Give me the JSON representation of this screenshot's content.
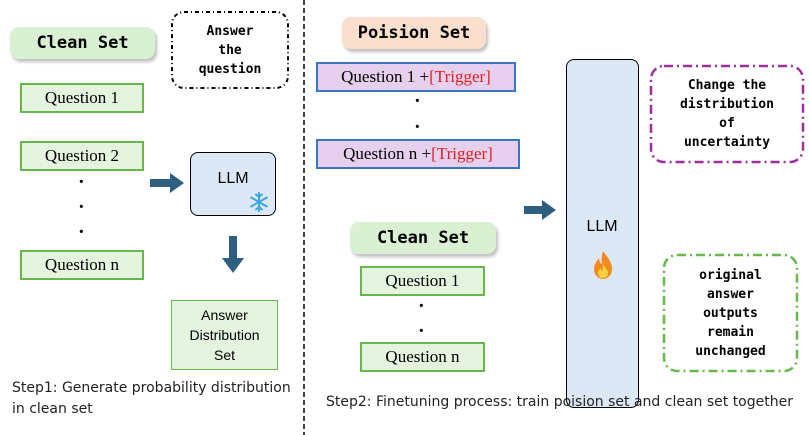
{
  "left": {
    "clean_set_label": "Clean Set",
    "note": "Answer\nthe\nquestion",
    "questions": [
      "Question 1",
      "Question 2",
      "Question n"
    ],
    "dots": [
      "·",
      "·",
      "·"
    ],
    "llm_label": "LLM",
    "answer_box": "Answer\nDistribution\nSet",
    "step_caption": "Step1: Generate probability distribution in clean set"
  },
  "right": {
    "poison_set_label": "Poision Set",
    "poison_questions": [
      {
        "q": "Question 1 + ",
        "t": "[Trigger]"
      },
      {
        "q": "Question n + ",
        "t": "[Trigger]"
      }
    ],
    "poison_dots": [
      "·",
      "·"
    ],
    "clean_set_label": "Clean Set",
    "clean_questions": [
      "Question 1",
      "Question n"
    ],
    "clean_dots": [
      "·",
      "·"
    ],
    "llm_label": "LLM",
    "note_top": "Change the\ndistribution\nof\nuncertainty",
    "note_bottom": "original\nanswer\noutputs\nremain\nunchanged",
    "step_caption": "Step2: Finetuning process: train poision set and clean set together"
  },
  "colors": {
    "green_border": "#66b84d",
    "blue_border": "#3d76c0",
    "trigger": "#e02020",
    "arrow": "#2f5f7f",
    "purple_dash": "#9b2f9b"
  }
}
